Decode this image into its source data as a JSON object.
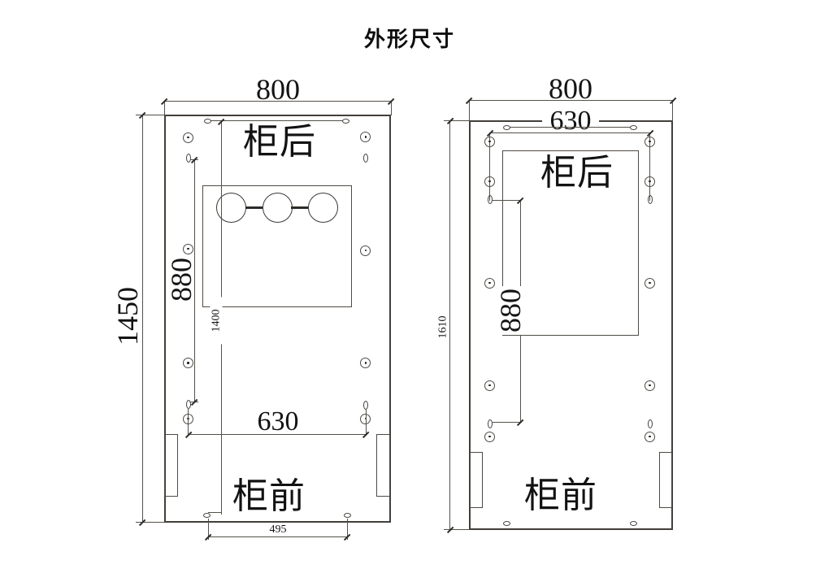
{
  "title": "外形尺寸",
  "left_cabinet": {
    "width_mm": "800",
    "depth_mm": "1450",
    "rear_label": "柜后",
    "front_label": "柜前",
    "side_hole_span_mm": "880",
    "channel_depth_mm": "1400",
    "front_hole_span_mm": "630",
    "front_slot_span_mm": "495"
  },
  "right_cabinet": {
    "width_mm": "800",
    "depth_mm": "1610",
    "rear_label": "柜后",
    "front_label": "柜前",
    "rear_hole_span_mm": "630",
    "side_hole_span_mm": "880"
  }
}
